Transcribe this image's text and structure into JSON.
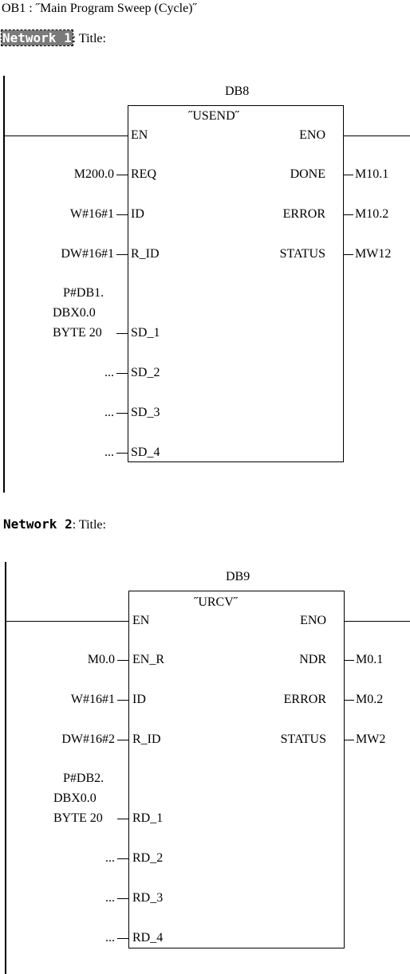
{
  "header": {
    "text": "OB1 :  ˝Main Program Sweep (Cycle)˝"
  },
  "networks": [
    {
      "label": "Network 1",
      "title_suffix": ": Title:",
      "db": "DB8",
      "fb_name": "˝USEND˝",
      "en": "EN",
      "eno": "ENO",
      "inputs": [
        {
          "pin": "REQ",
          "ext": "M200.0"
        },
        {
          "pin": "ID",
          "ext": "W#16#1"
        },
        {
          "pin": "R_ID",
          "ext": "DW#16#1"
        },
        {
          "pin": "SD_1",
          "ext_lines": [
            "P#DB1.",
            "DBX0.0",
            "BYTE 20"
          ]
        },
        {
          "pin": "SD_2",
          "ext": "..."
        },
        {
          "pin": "SD_3",
          "ext": "..."
        },
        {
          "pin": "SD_4",
          "ext": "..."
        }
      ],
      "outputs": [
        {
          "pin": "DONE",
          "ext": "M10.1"
        },
        {
          "pin": "ERROR",
          "ext": "M10.2"
        },
        {
          "pin": "STATUS",
          "ext": "MW12"
        }
      ]
    },
    {
      "label": "Network 2",
      "title_suffix": ": Title:",
      "db": "DB9",
      "fb_name": "˝URCV˝",
      "en": "EN",
      "eno": "ENO",
      "inputs": [
        {
          "pin": "EN_R",
          "ext": "M0.0"
        },
        {
          "pin": "ID",
          "ext": "W#16#1"
        },
        {
          "pin": "R_ID",
          "ext": "DW#16#2"
        },
        {
          "pin": "RD_1",
          "ext_lines": [
            "P#DB2.",
            "DBX0.0",
            "BYTE 20"
          ]
        },
        {
          "pin": "RD_2",
          "ext": "..."
        },
        {
          "pin": "RD_3",
          "ext": "..."
        },
        {
          "pin": "RD_4",
          "ext": "..."
        }
      ],
      "outputs": [
        {
          "pin": "NDR",
          "ext": "M0.1"
        },
        {
          "pin": "ERROR",
          "ext": "M0.2"
        },
        {
          "pin": "STATUS",
          "ext": "MW2"
        }
      ]
    }
  ]
}
